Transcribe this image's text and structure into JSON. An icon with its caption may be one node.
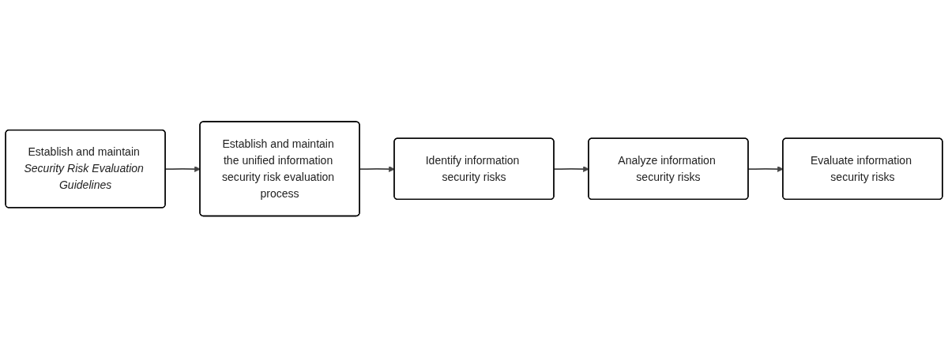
{
  "diagram": {
    "nodes": [
      {
        "text": [
          "Establish and maintain *Security Risk Evaluation Guidelines*"
        ]
      },
      {
        "text": [
          "Establish and maintain the unified information security risk evaluation process"
        ]
      },
      {
        "text": [
          "Identify information security risks"
        ]
      },
      {
        "text": [
          "Analyze information security risks"
        ]
      },
      {
        "text": [
          "Evaluate information security risks"
        ]
      }
    ],
    "edges": [
      {
        "from": 0,
        "to": 1,
        "arrow": "to"
      },
      {
        "from": 1,
        "to": 2,
        "arrow": "to"
      },
      {
        "from": 2,
        "to": 3,
        "arrow": "to"
      },
      {
        "from": 3,
        "to": 4,
        "arrow": "to"
      }
    ]
  }
}
